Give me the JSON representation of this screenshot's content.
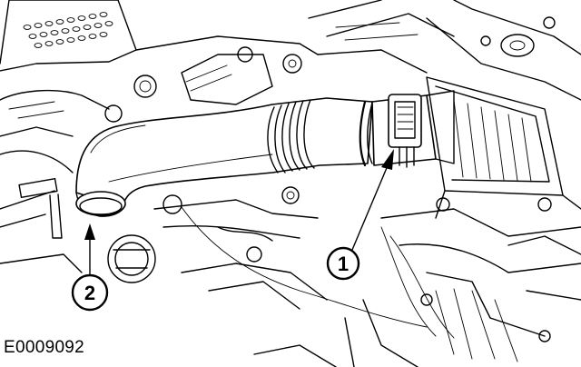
{
  "figure": {
    "id_label": "E0009092"
  },
  "callouts": [
    {
      "number": "1"
    },
    {
      "number": "2"
    }
  ]
}
